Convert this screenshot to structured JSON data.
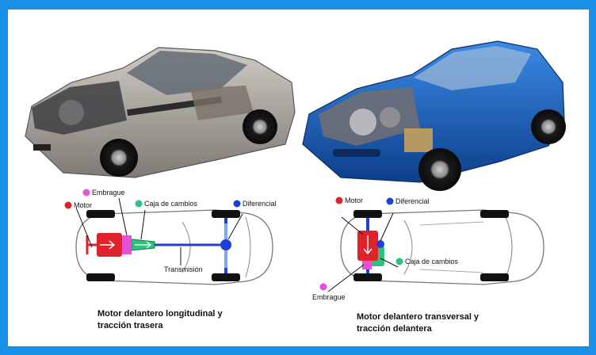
{
  "colors": {
    "border": "#1a8fe8",
    "motor": "#e0222a",
    "embrague": "#e94fd6",
    "caja": "#2ec27e",
    "diferencial": "#1f3fd8",
    "car_left_body": "#9c9690",
    "car_right_body": "#1558b0"
  },
  "left": {
    "labels": {
      "motor": "Motor",
      "embrague": "Embrague",
      "caja": "Caja de cambios",
      "diferencial": "Diferencial",
      "transmision": "Transmisión"
    },
    "caption": {
      "line1": "Motor delantero longitudinal y",
      "line2": "tracción trasera"
    }
  },
  "right": {
    "labels": {
      "motor": "Motor",
      "diferencial": "Diferencial",
      "caja": "Caja de cambios",
      "embrague": "Embrague"
    },
    "caption": {
      "line1": "Motor delantero transversal y",
      "line2": "tracción delantera"
    }
  }
}
